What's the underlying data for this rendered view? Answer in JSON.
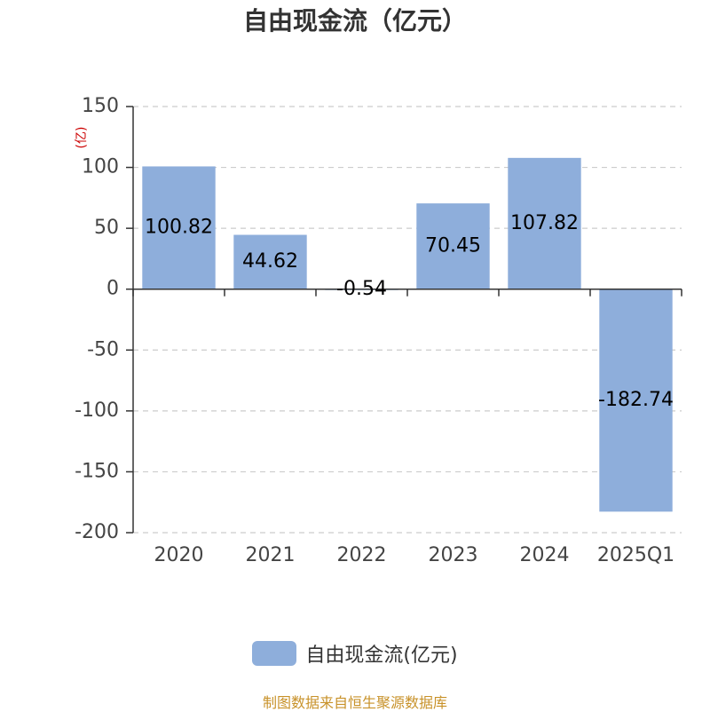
{
  "chart_data": {
    "type": "bar",
    "title": "自由现金流（亿元）",
    "ylabel": "(亿)",
    "categories": [
      "2020",
      "2021",
      "2022",
      "2023",
      "2024",
      "2025Q1"
    ],
    "series": [
      {
        "name": "自由现金流(亿元)",
        "values": [
          100.82,
          44.62,
          -0.54,
          70.45,
          107.82,
          -182.74
        ],
        "labels": [
          "100.82",
          "44.62",
          "-0.54",
          "70.45",
          "107.82",
          "-182.74"
        ]
      }
    ],
    "ylim": [
      -200,
      150
    ],
    "yticks": [
      "150",
      "100",
      "50",
      "0",
      "-50",
      "-100",
      "-150",
      "-200"
    ],
    "grid": true,
    "legend_position": "bottom",
    "bar_color": "#8eaedb",
    "label_color": "#000000",
    "ylabel_color": "#cc0000"
  },
  "footer": {
    "source": "制图数据来自恒生聚源数据库"
  }
}
